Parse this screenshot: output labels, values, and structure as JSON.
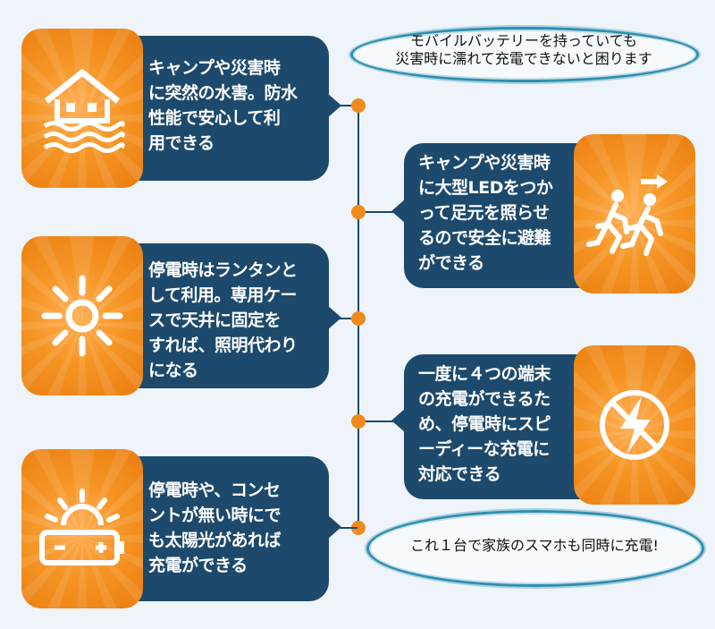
{
  "callout_top": {
    "line1": "モバイルバッテリーを持っていても",
    "line2": "災害時に濡れて充電できないと困ります"
  },
  "callout_bottom": {
    "text": "これ１台で家族のスマホも同時に充電!"
  },
  "cards": {
    "flood": {
      "icon": "flooded-house-icon",
      "lines": [
        "キャンプや災害時",
        "に突然の水害。防水",
        "性能で安心して利",
        "用できる"
      ]
    },
    "led": {
      "icon": "running-people-icon",
      "lines": [
        "キャンプや災害時",
        "に大型LEDをつか",
        "って足元を照らせ",
        "るので安全に避難",
        "ができる"
      ]
    },
    "lantern": {
      "icon": "sun-light-icon",
      "lines": [
        "停電時はランタンと",
        "して利用。専用ケー",
        "スで天井に固定を",
        "すれば、照明代わり",
        "になる"
      ]
    },
    "charge": {
      "icon": "no-lightning-icon",
      "lines": [
        "一度に４つの端末",
        "の充電ができるた",
        "め、停電時にスピ",
        "ーディーな充電に",
        "対応できる"
      ]
    },
    "solar": {
      "icon": "solar-battery-icon",
      "lines": [
        "停電時や、コンセ",
        "ントが無い時にで",
        "も太陽光があれば",
        "充電ができる"
      ]
    }
  },
  "colors": {
    "navy": "#1d4a6c",
    "orange": "#f08a1c",
    "oval_border": "#2f8fb0"
  }
}
